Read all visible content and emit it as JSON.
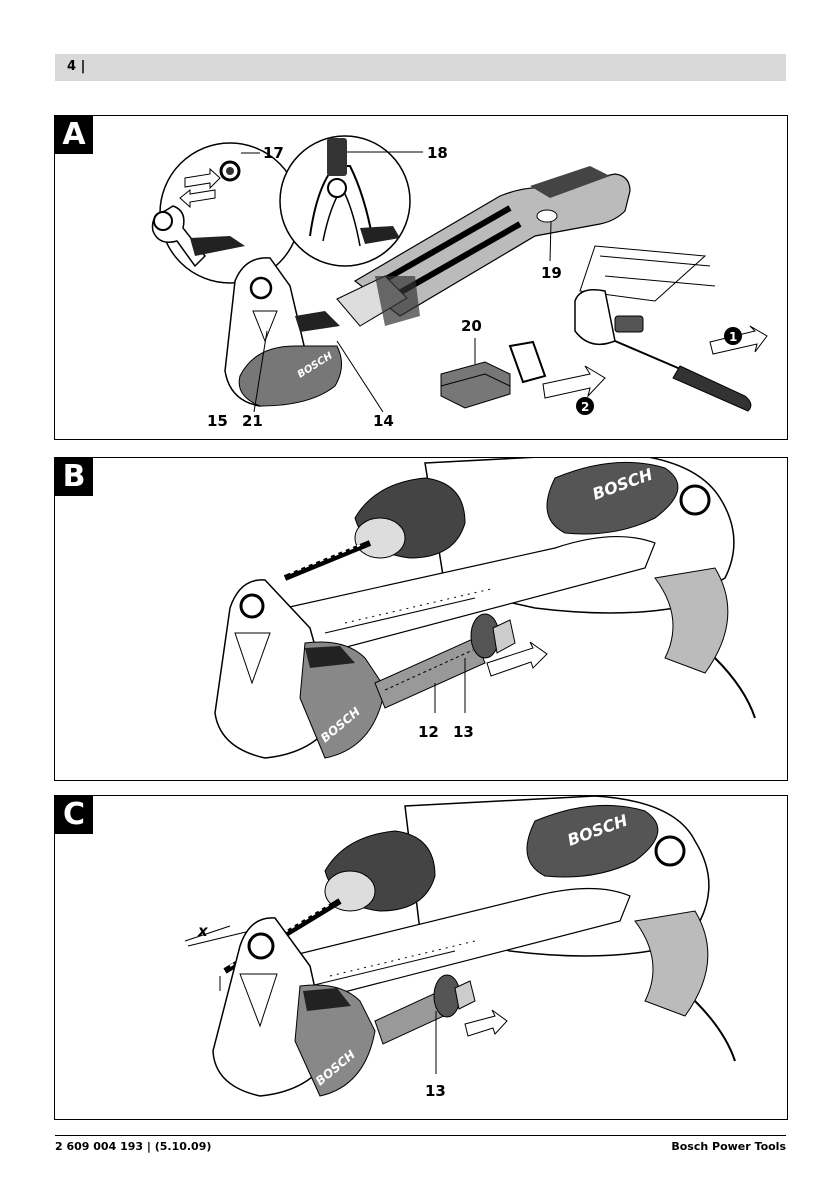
{
  "header": {
    "page_number": "4 |"
  },
  "panels": [
    {
      "letter": "A",
      "callouts": [
        "17",
        "18",
        "19",
        "20",
        "15",
        "21",
        "14"
      ],
      "step_markers": [
        "1",
        "2"
      ],
      "brand": "BOSCH"
    },
    {
      "letter": "B",
      "callouts": [
        "12",
        "13"
      ],
      "brand": "BOSCH"
    },
    {
      "letter": "C",
      "callouts": [
        "13"
      ],
      "dimension_label": "x",
      "brand": "BOSCH"
    }
  ],
  "footer": {
    "doc_number": "2 609 004 193 | (5.10.09)",
    "publisher": "Bosch Power Tools"
  }
}
